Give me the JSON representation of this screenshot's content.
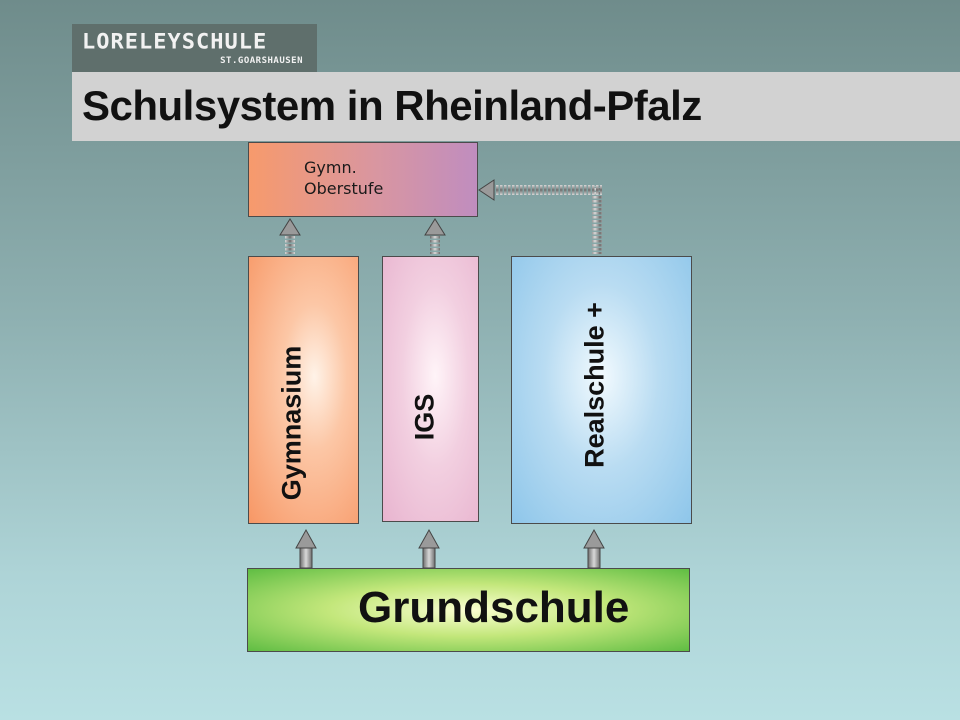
{
  "header": {
    "logo_name": "LORELEYSCHULE",
    "logo_place": "ST.GOARSHAUSEN",
    "title": "Schulsystem in Rheinland-Pfalz"
  },
  "diagram": {
    "oberstufe_line1": "Gymn.",
    "oberstufe_line2": "Oberstufe",
    "gymnasium": "Gymnasium",
    "igs": "IGS",
    "realschule": "Realschule +",
    "grundschule": "Grundschule"
  },
  "colors": {
    "gymnasium": "#f79765",
    "igs": "#e8b4cf",
    "realschule": "#8ec6ea",
    "grundschule": "#5fbd43",
    "oberstufe_left": "#f79a6c",
    "oberstufe_right": "#c08dbf",
    "title_bar": "#d2d2d2"
  }
}
